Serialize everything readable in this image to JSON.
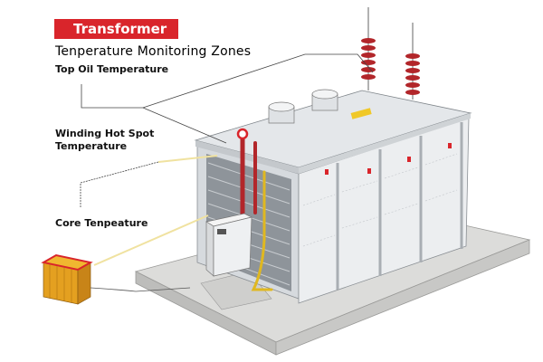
{
  "header": {
    "badge": "Transformer",
    "title": "Tenperature Monitoring Zones"
  },
  "labels": {
    "top_oil": "Top Oil Temperature",
    "winding_line1": "Winding Hot Spot",
    "winding_line2": "Temperature",
    "core": "Core Tenpeature"
  },
  "colors": {
    "accent": "#d9252b",
    "tank": "#e9ecef",
    "slab": "#d8d8d6",
    "bushing": "#b2262a",
    "crate": "#e0a020"
  }
}
